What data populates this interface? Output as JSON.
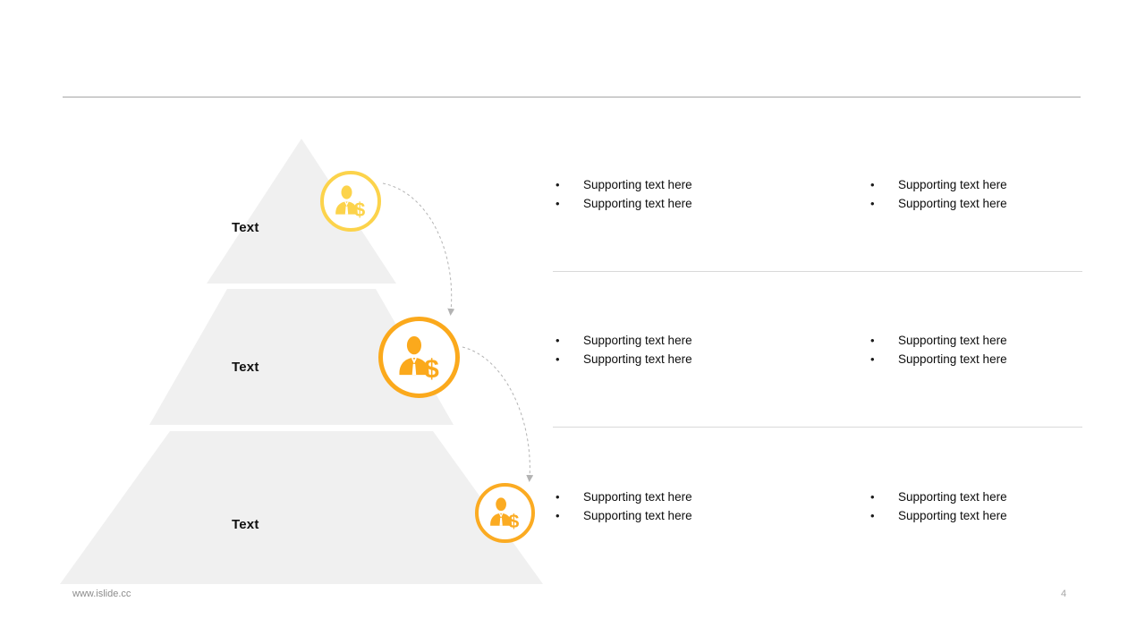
{
  "slide": {
    "page_number": "4",
    "website": "www.islide.cc",
    "accent_light": "#fcd34b",
    "accent_mid": "#fba91c",
    "accent_dark": "#fbab22",
    "tier_fill": "#f0f0f0",
    "rule_color": "#a6a6a6",
    "divider_color": "#d9d9d9"
  },
  "pyramid": {
    "tiers": [
      {
        "label": "Text",
        "icon": "businessman-dollar-icon",
        "level": 1
      },
      {
        "label": "Text",
        "icon": "businessman-dollar-icon",
        "level": 2
      },
      {
        "label": "Text",
        "icon": "businessman-dollar-icon",
        "level": 3
      }
    ]
  },
  "sections": [
    {
      "left_column": [
        "Supporting text here",
        "Supporting text here"
      ],
      "right_column": [
        "Supporting text here",
        "Supporting text here"
      ]
    },
    {
      "left_column": [
        "Supporting text here",
        "Supporting text here"
      ],
      "right_column": [
        "Supporting text here",
        "Supporting text here"
      ]
    },
    {
      "left_column": [
        "Supporting text here",
        "Supporting text here"
      ],
      "right_column": [
        "Supporting text here",
        "Supporting text here"
      ]
    }
  ],
  "bullet_glyph": "•"
}
